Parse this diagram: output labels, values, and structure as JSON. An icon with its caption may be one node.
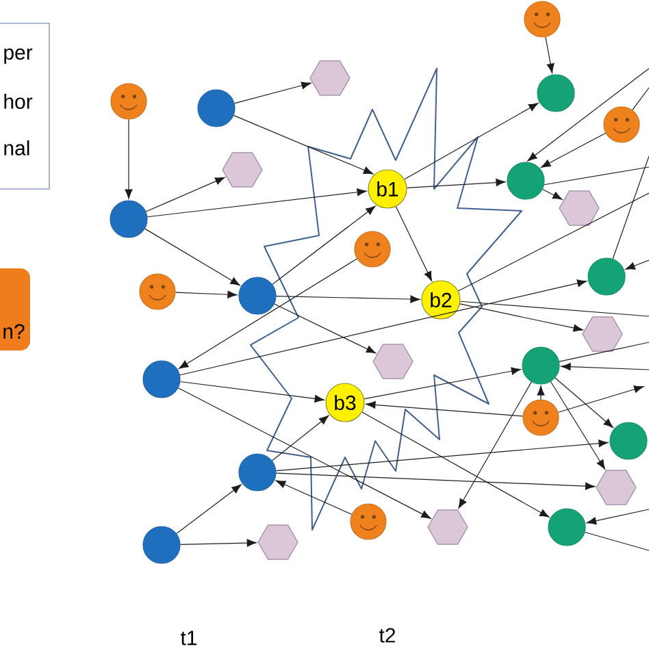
{
  "diagram": {
    "nodes": [
      {
        "text": [],
        "shape": "smiley"
      },
      {
        "text": [],
        "shape": "hexagon"
      },
      {
        "text": [],
        "shape": "circle"
      },
      {
        "text": [],
        "shape": "smiley"
      },
      {
        "text": [],
        "shape": "circle"
      },
      {
        "text": [],
        "shape": "smiley"
      },
      {
        "text": [],
        "shape": "hexagon"
      },
      {
        "text": [],
        "shape": "circle"
      },
      {
        "text": [
          "b1"
        ]
      },
      {
        "text": [],
        "shape": "hexagon"
      },
      {
        "text": [],
        "shape": "circle"
      },
      {
        "text": [],
        "shape": "smiley"
      },
      {
        "text": [
          "n?"
        ]
      },
      {
        "text": [],
        "shape": "circle"
      },
      {
        "text": [],
        "shape": "smiley"
      },
      {
        "text": [],
        "shape": "circle"
      },
      {
        "text": [
          "b2"
        ]
      },
      {
        "text": [],
        "shape": "hexagon"
      },
      {
        "text": [],
        "shape": "hexagon"
      },
      {
        "text": [],
        "shape": "circle"
      },
      {
        "text": [],
        "shape": "circle"
      },
      {
        "text": [
          "b3"
        ]
      },
      {
        "text": [],
        "shape": "smiley"
      },
      {
        "text": [],
        "shape": "circle"
      },
      {
        "text": [],
        "shape": "circle"
      },
      {
        "text": [],
        "shape": "hexagon"
      },
      {
        "text": [],
        "shape": "smiley"
      },
      {
        "text": [],
        "shape": "hexagon"
      },
      {
        "text": [],
        "shape": "circle"
      },
      {
        "text": [],
        "shape": "hexagon"
      },
      {
        "text": [],
        "shape": "circle"
      }
    ],
    "edges": [
      {
        "from": 0,
        "to": 2,
        "arrow": "to"
      },
      {
        "from": 4,
        "to": 1,
        "arrow": "to"
      },
      {
        "from": 3,
        "to": 10,
        "arrow": "to"
      },
      {
        "from": 4,
        "to": 8,
        "arrow": "to"
      },
      {
        "from": null,
        "to": 7,
        "arrow": "to"
      },
      {
        "from": 5,
        "to": 7,
        "arrow": "to"
      },
      {
        "from": 5,
        "to": null,
        "arrow": "none"
      },
      {
        "from": 10,
        "to": 6,
        "arrow": "to"
      },
      {
        "from": 10,
        "to": 8,
        "arrow": "to"
      },
      {
        "from": 10,
        "to": 15,
        "arrow": "to"
      },
      {
        "from": 8,
        "to": 2,
        "arrow": "to"
      },
      {
        "from": 8,
        "to": 7,
        "arrow": "to"
      },
      {
        "from": 8,
        "to": 16,
        "arrow": "to"
      },
      {
        "from": 7,
        "to": 9,
        "arrow": "to"
      },
      {
        "from": 7,
        "to": null,
        "arrow": "none"
      },
      {
        "from": 14,
        "to": 15,
        "arrow": "to"
      },
      {
        "from": 15,
        "to": 8,
        "arrow": "to"
      },
      {
        "from": 15,
        "to": 16,
        "arrow": "to"
      },
      {
        "from": 15,
        "to": 18,
        "arrow": "to"
      },
      {
        "from": 11,
        "to": 20,
        "arrow": "to"
      },
      {
        "from": 13,
        "to": null,
        "arrow": "none"
      },
      {
        "from": null,
        "to": 13,
        "arrow": "to"
      },
      {
        "from": 20,
        "to": 13,
        "arrow": "to"
      },
      {
        "from": 16,
        "to": 17,
        "arrow": "to"
      },
      {
        "from": 16,
        "to": null,
        "arrow": "none"
      },
      {
        "from": 16,
        "to": null,
        "arrow": "none"
      },
      {
        "from": 20,
        "to": 21,
        "arrow": "to"
      },
      {
        "from": 20,
        "to": 27,
        "arrow": "to"
      },
      {
        "from": 21,
        "to": 19,
        "arrow": "to"
      },
      {
        "from": 22,
        "to": 21,
        "arrow": "to"
      },
      {
        "from": 22,
        "to": 19,
        "arrow": "to"
      },
      {
        "from": 22,
        "to": null,
        "arrow": "to"
      },
      {
        "from": null,
        "to": 19,
        "arrow": "to"
      },
      {
        "from": 19,
        "to": null,
        "arrow": "none"
      },
      {
        "from": 19,
        "to": 23,
        "arrow": "to"
      },
      {
        "from": 19,
        "to": 25,
        "arrow": "to"
      },
      {
        "from": 19,
        "to": 27,
        "arrow": "to"
      },
      {
        "from": 21,
        "to": 28,
        "arrow": "to"
      },
      {
        "from": 24,
        "to": 21,
        "arrow": "to"
      },
      {
        "from": 24,
        "to": 23,
        "arrow": "to"
      },
      {
        "from": 24,
        "to": 25,
        "arrow": "to"
      },
      {
        "from": 26,
        "to": 24,
        "arrow": "to"
      },
      {
        "from": null,
        "to": 28,
        "arrow": "to"
      },
      {
        "from": 28,
        "to": null,
        "arrow": "none"
      },
      {
        "from": 30,
        "to": 24,
        "arrow": "to"
      },
      {
        "from": 30,
        "to": 29,
        "arrow": "to"
      }
    ],
    "labels": [
      "t1",
      "t2"
    ],
    "legend": [
      {
        "text": "per"
      },
      {
        "text": "hor"
      },
      {
        "text": "nal"
      }
    ]
  }
}
